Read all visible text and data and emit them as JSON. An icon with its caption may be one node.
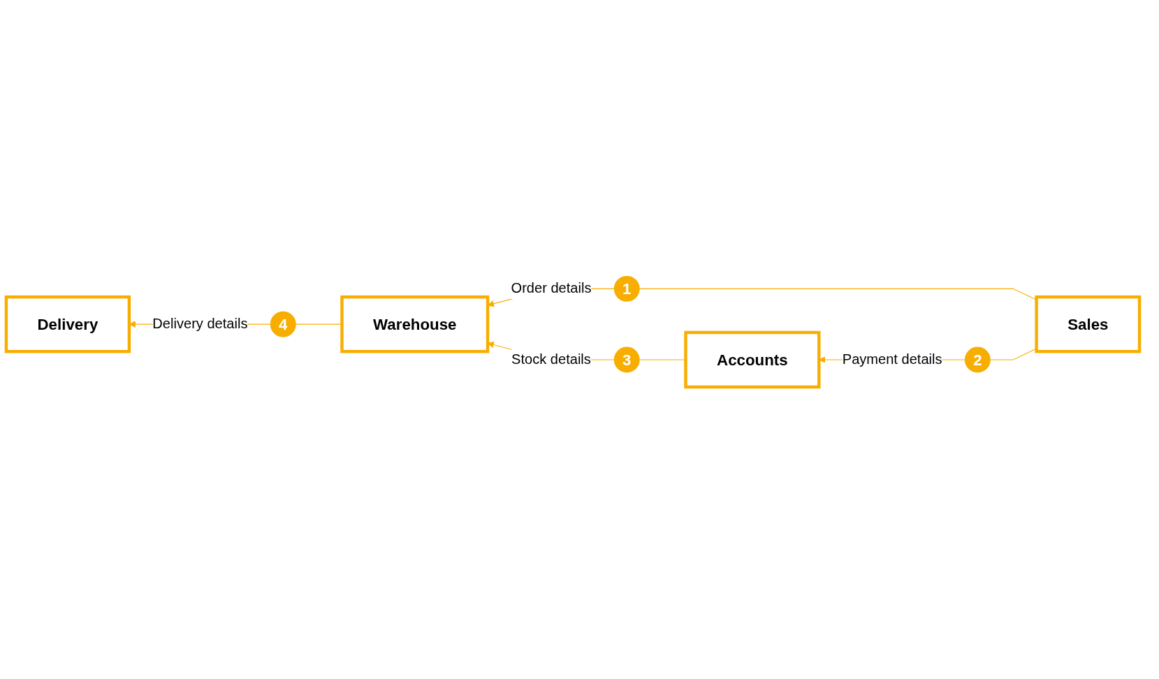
{
  "diagram": {
    "nodes": [
      {
        "text": [
          "Accounts"
        ]
      },
      {
        "text": [
          "3"
        ]
      },
      {
        "text": [
          "Delivery"
        ]
      },
      {
        "text": [
          "4"
        ]
      },
      {
        "text": [
          "Warehouse"
        ]
      },
      {
        "text": [
          "2"
        ]
      },
      {
        "text": [
          "Sales"
        ]
      },
      {
        "text": [
          "1"
        ]
      }
    ],
    "edges": [
      {
        "from": 6,
        "to": 7,
        "arrow": "none"
      },
      {
        "from": 7,
        "to": 4,
        "arrow": "to",
        "label": "Order details"
      },
      {
        "from": 6,
        "to": 5,
        "arrow": "none"
      },
      {
        "from": 5,
        "to": 0,
        "arrow": "to",
        "label": "Payment details"
      },
      {
        "from": 0,
        "to": 1,
        "arrow": "none"
      },
      {
        "from": 1,
        "to": 4,
        "arrow": "to",
        "label": "Stock details"
      },
      {
        "from": 4,
        "to": 3,
        "arrow": "none"
      },
      {
        "from": 3,
        "to": 2,
        "arrow": "to",
        "label": "Delivery details"
      }
    ]
  }
}
